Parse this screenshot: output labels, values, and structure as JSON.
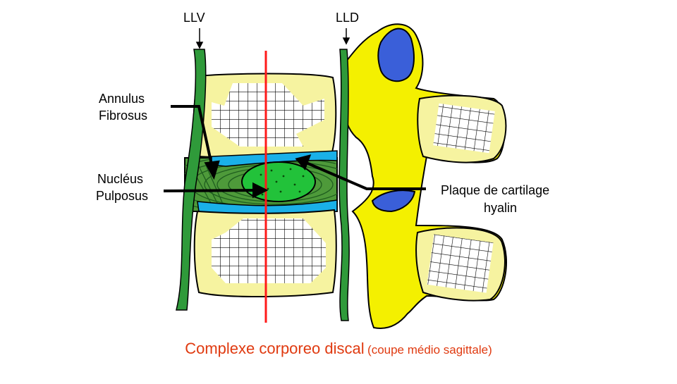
{
  "labels": {
    "llv": "LLV",
    "lld": "LLD",
    "annulus_line1": "Annulus",
    "annulus_line2": "Fibrosus",
    "nucleus_line1": "Nucléus",
    "nucleus_line2": "Pulposus",
    "plaque_line1": "Plaque de cartilage",
    "plaque_line2": "hyalin"
  },
  "caption": {
    "main": "Complexe corporeo discal",
    "sub": "(coupe médio sagittale)"
  },
  "colors": {
    "bone": "#f6f3a0",
    "ligament": "#2f9a3a",
    "disc_annulus": "#4e9a3a",
    "nucleus": "#22c23a",
    "cartilage_plate": "#1ab0e8",
    "posterior_arch": "#f4f000",
    "articular_surface": "#3a5fd9",
    "cut_line": "#ff1a1a",
    "caption_text": "#e03a10"
  }
}
